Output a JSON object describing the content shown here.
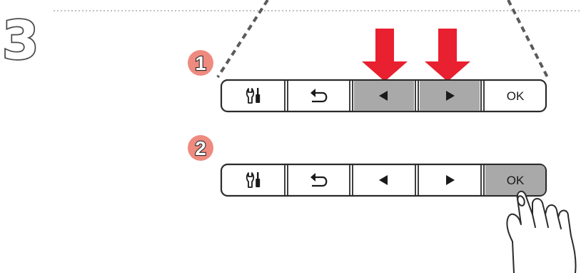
{
  "step_number": "3",
  "rows": [
    {
      "badge": "1",
      "pressed": [
        false,
        false,
        true,
        true,
        false
      ],
      "buttons": [
        {
          "name": "setup-button",
          "icon": "tools-icon"
        },
        {
          "name": "back-button",
          "icon": "back-arrow-icon"
        },
        {
          "name": "left-button",
          "icon": "left-triangle-icon"
        },
        {
          "name": "right-button",
          "icon": "right-triangle-icon"
        },
        {
          "name": "ok-button",
          "label": "OK"
        }
      ]
    },
    {
      "badge": "2",
      "pressed": [
        false,
        false,
        false,
        false,
        true
      ],
      "buttons": [
        {
          "name": "setup-button",
          "icon": "tools-icon"
        },
        {
          "name": "back-button",
          "icon": "back-arrow-icon"
        },
        {
          "name": "left-button",
          "icon": "left-triangle-icon"
        },
        {
          "name": "right-button",
          "icon": "right-triangle-icon"
        },
        {
          "name": "ok-button",
          "label": "OK"
        }
      ]
    }
  ],
  "colors": {
    "badge": "#ef8a7f",
    "arrow": "#e8202f",
    "pressed": "#a9a9a9",
    "stroke": "#2b2b2b",
    "dotted": "#9a9a9a"
  },
  "icons": [
    "tools-icon",
    "back-arrow-icon",
    "left-triangle-icon",
    "right-triangle-icon",
    "down-arrow-icon",
    "pointing-hand-icon"
  ]
}
